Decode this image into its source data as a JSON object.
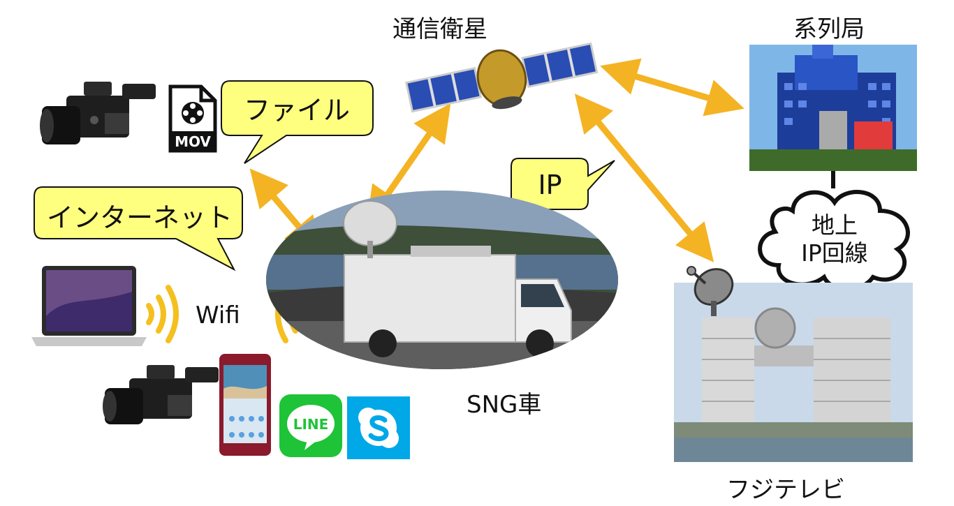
{
  "labels": {
    "satellite": "通信衛星",
    "affiliate": "系列局",
    "fuji_tv": "フジテレビ",
    "sng_truck": "SNG車",
    "wifi": "Wifi"
  },
  "callouts": {
    "file": "ファイル",
    "internet": "インターネット",
    "ip": "IP"
  },
  "cloud": {
    "line1": "地上",
    "line2": "IP回線"
  },
  "icons": {
    "mov_badge": "MOV",
    "line_app": "LINE"
  },
  "colors": {
    "arrow": "#f4b323",
    "callout_fill": "#ffff7f",
    "skype": "#00a8e8",
    "line_green": "#1ec337"
  }
}
